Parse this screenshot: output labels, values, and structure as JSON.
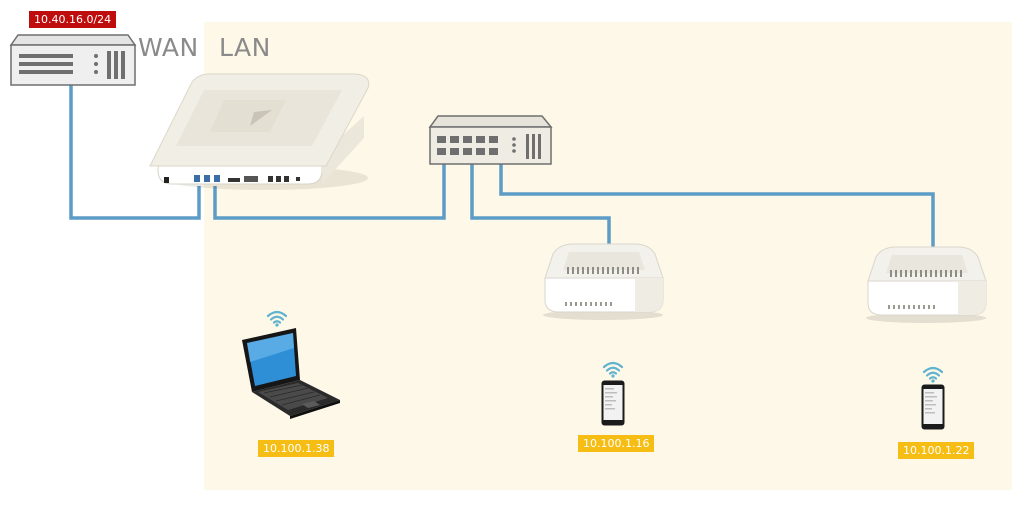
{
  "zones": {
    "wan_label": "WAN",
    "lan_label": "LAN"
  },
  "addresses": {
    "wan_subnet": "10.40.16.0/24",
    "laptop": "10.100.1.38",
    "phone_1": "10.100.1.16",
    "phone_2": "10.100.1.22"
  },
  "colors": {
    "lan_zone": "#fdf8e7",
    "link": "#5d9cc6",
    "wan_badge": "#bf0d0d",
    "lan_badge": "#f6bd14",
    "wifi": "#5fb3cf"
  },
  "icons": {
    "upstream_router": "rack-router-icon",
    "gateway": "access-point-gateway-icon",
    "switch": "network-switch-icon",
    "access_points": "mesh-access-point-icon",
    "laptop": "laptop-icon",
    "phones": "smartphone-icon",
    "wireless": "wifi-icon"
  }
}
